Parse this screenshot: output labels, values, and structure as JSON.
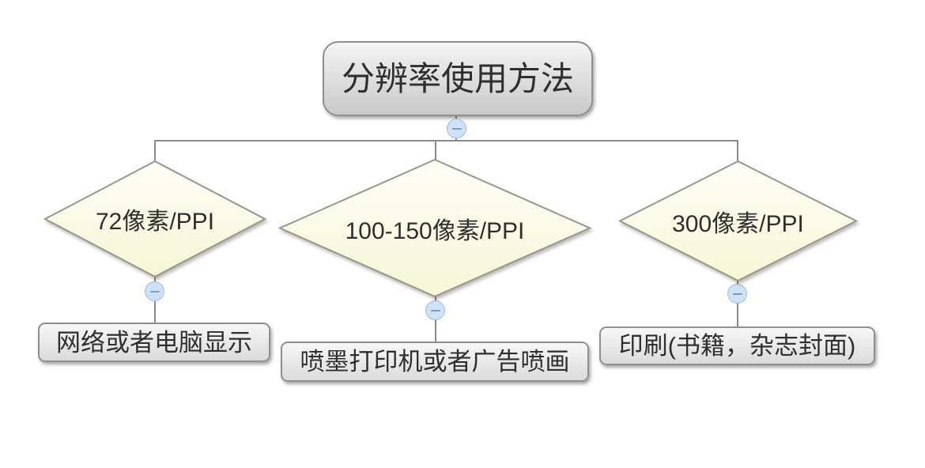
{
  "colors": {
    "background": "#ffffff",
    "connector": "#8a8a8a",
    "node-border": "#8f8f8f",
    "root-fill-top": "#f4f4f4",
    "root-fill-bottom": "#c9c9c9",
    "result-fill-top": "#f7f7f7",
    "result-fill-bottom": "#dbdbdb",
    "diamond-border": "#98988f",
    "diamond-fill-top": "#fefef7",
    "diamond-fill-bottom": "#f6f6d6",
    "collapse-fill": "#cfe1f7",
    "collapse-border": "#a3bcdf",
    "collapse-glyph": "#8598b4",
    "text": "#2f2f2f"
  },
  "root": {
    "label": "分辨率使用方法"
  },
  "branches": [
    {
      "condition": "72像素/PPI",
      "result": "网络或者电脑显示"
    },
    {
      "condition": "100-150像素/PPI",
      "result": "喷墨打印机或者广告喷画"
    },
    {
      "condition": "300像素/PPI",
      "result": "印刷(书籍，杂志封面)"
    }
  ]
}
